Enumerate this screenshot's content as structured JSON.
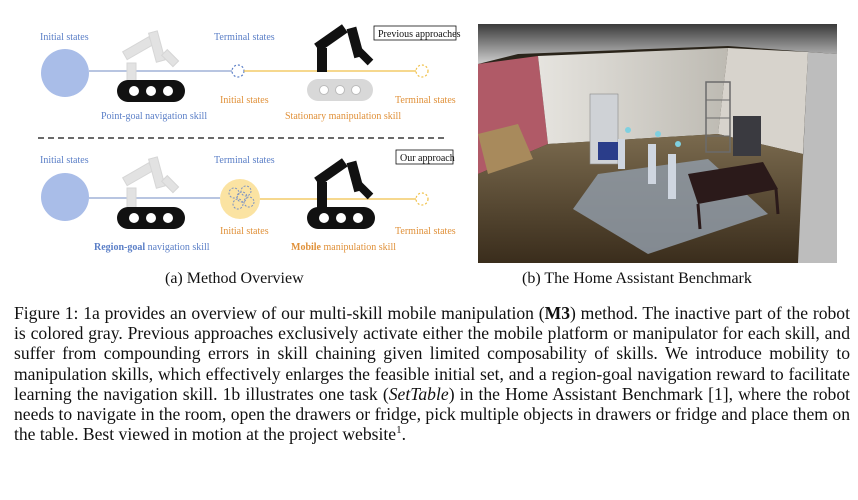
{
  "panel_a": {
    "top": {
      "initial_left": "Initial states",
      "terminal_mid": "Terminal states",
      "initial_mid": "Initial states",
      "terminal_right": "Terminal states",
      "nav_caption": "Point-goal navigation skill",
      "manip_caption": "Stationary manipulation skill",
      "box_label": "Previous approaches"
    },
    "bottom": {
      "initial_left": "Initial states",
      "terminal_mid": "Terminal states",
      "initial_mid": "Initial states",
      "terminal_right": "Terminal states",
      "nav_caption_bold": "Region-goal",
      "nav_caption_rest": " navigation skill",
      "manip_caption_bold": "Mobile",
      "manip_caption_rest": " manipulation skill",
      "box_label": "Our approach"
    },
    "colors": {
      "blue_text": "#5b7fc7",
      "orange_text": "#e0913a",
      "blue_circle": "#a9bde8",
      "yellow_circle": "#fbe3a2",
      "robot_black": "#111111",
      "robot_gray": "#d8d8d8"
    }
  },
  "subcaptions": {
    "a": "(a) Method Overview",
    "b": "(b) The Home Assistant Benchmark"
  },
  "caption": {
    "p1": "Figure 1: 1a provides an overview of our multi-skill mobile manipulation (",
    "p1_bold": "M3",
    "p2": ") method. The inactive part of the robot is colored gray. Previous approaches exclusively activate either the mobile platform or manipulator for each skill, and suffer from compounding errors in skill chaining given limited composability of skills. We introduce mobility to manipulation skills, which effectively enlarges the feasible initial set, and a region-goal navigation reward to facilitate learning the navigation skill. 1b illustrates one task (",
    "p2_italic": "SetTable",
    "p3": ") in the Home Assistant Benchmark [1], where the robot needs to navigate in the room, open the drawers or fridge, pick multiple objects in drawers or fridge and place them on the table. Best viewed in motion at the project website",
    "footnote_mark": "1",
    "p4": "."
  }
}
